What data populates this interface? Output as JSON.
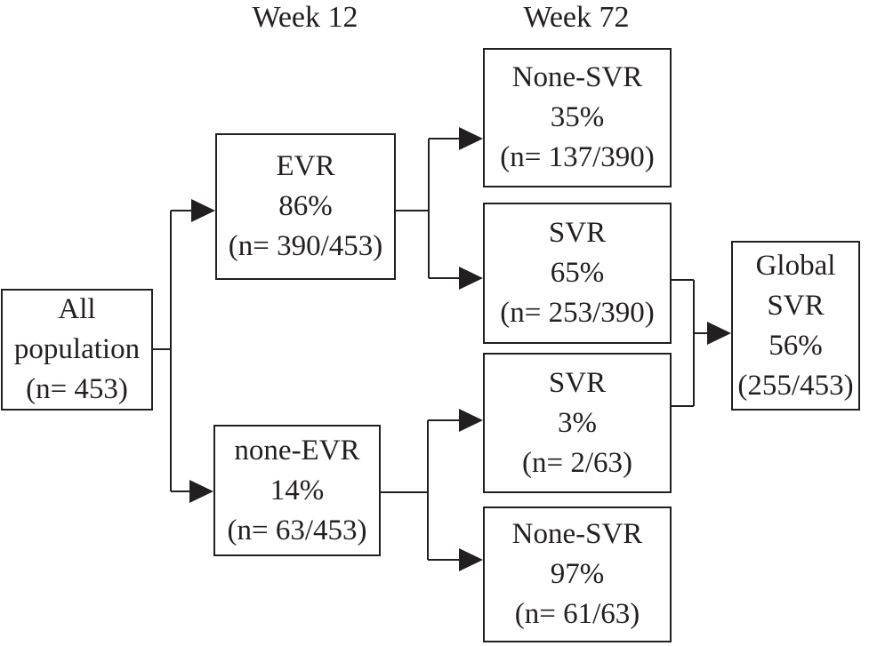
{
  "headers": {
    "week12": "Week 12",
    "week72": "Week 72"
  },
  "nodes": {
    "all_population": {
      "lines": [
        "All",
        "population",
        "(n= 453)"
      ]
    },
    "evr": {
      "lines": [
        "EVR",
        "86%",
        "(n= 390/453)"
      ]
    },
    "none_evr": {
      "lines": [
        "none-EVR",
        "14%",
        "(n= 63/453)"
      ]
    },
    "none_svr_evr": {
      "lines": [
        "None-SVR",
        "35%",
        "(n= 137/390)"
      ]
    },
    "svr_evr": {
      "lines": [
        "SVR",
        "65%",
        "(n= 253/390)"
      ]
    },
    "svr_none_evr": {
      "lines": [
        "SVR",
        "3%",
        "(n= 2/63)"
      ]
    },
    "none_svr_none_evr": {
      "lines": [
        "None-SVR",
        "97%",
        "(n= 61/63)"
      ]
    },
    "global_svr": {
      "lines": [
        "Global",
        "SVR",
        "56%",
        "(255/453)"
      ]
    }
  },
  "edges": [
    {
      "from": "all_population",
      "to": "evr"
    },
    {
      "from": "all_population",
      "to": "none_evr"
    },
    {
      "from": "evr",
      "to": "none_svr_evr"
    },
    {
      "from": "evr",
      "to": "svr_evr"
    },
    {
      "from": "none_evr",
      "to": "svr_none_evr"
    },
    {
      "from": "none_evr",
      "to": "none_svr_none_evr"
    },
    {
      "from": "svr_evr",
      "to": "global_svr"
    },
    {
      "from": "svr_none_evr",
      "to": "global_svr"
    }
  ],
  "colors": {
    "line": "#231f20",
    "text": "#231f20",
    "box_background": "#ffffff",
    "page_background": "#ffffff"
  }
}
